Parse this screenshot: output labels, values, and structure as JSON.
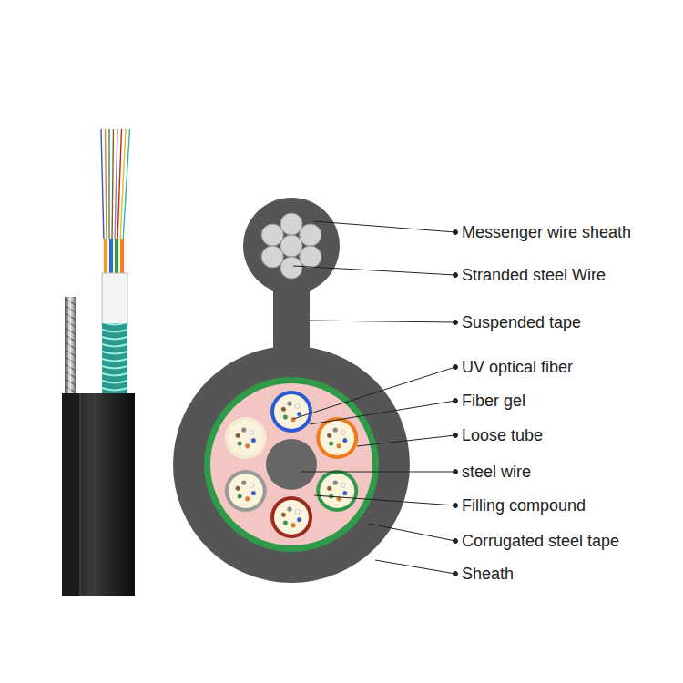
{
  "diagram": {
    "labels": [
      "Messenger wire sheath",
      "Stranded steel Wire",
      "Suspended tape",
      "UV optical fiber",
      "Fiber gel",
      "Loose tube",
      "steel wire",
      "Filling compound",
      "Corrugated steel tape",
      "Sheath"
    ]
  }
}
